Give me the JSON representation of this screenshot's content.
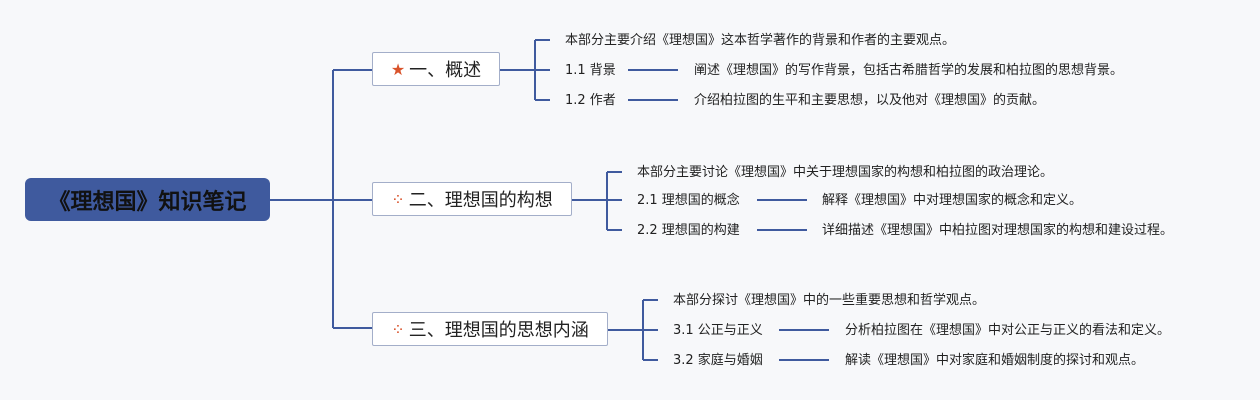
{
  "root": {
    "title": "《理想国》知识笔记"
  },
  "branches": [
    {
      "label": "一、概述",
      "icon": "star-icon",
      "intro": "本部分主要介绍《理想国》这本哲学著作的背景和作者的主要观点。",
      "children": [
        {
          "label": "1.1 背景",
          "desc": "阐述《理想国》的写作背景，包括古希腊哲学的发展和柏拉图的思想背景。"
        },
        {
          "label": "1.2 作者",
          "desc": "介绍柏拉图的生平和主要思想，以及他对《理想国》的贡献。"
        }
      ]
    },
    {
      "label": "二、理想国的构想",
      "icon": "sparkle-icon",
      "intro": "本部分主要讨论《理想国》中关于理想国家的构想和柏拉图的政治理论。",
      "children": [
        {
          "label": "2.1 理想国的概念",
          "desc": "解释《理想国》中对理想国家的概念和定义。"
        },
        {
          "label": "2.2 理想国的构建",
          "desc": "详细描述《理想国》中柏拉图对理想国家的构想和建设过程。"
        }
      ]
    },
    {
      "label": "三、理想国的思想内涵",
      "icon": "sparkle-icon",
      "intro": "本部分探讨《理想国》中的一些重要思想和哲学观点。",
      "children": [
        {
          "label": "3.1 公正与正义",
          "desc": "分析柏拉图在《理想国》中对公正与正义的看法和定义。"
        },
        {
          "label": "3.2 家庭与婚姻",
          "desc": "解读《理想国》中对家庭和婚姻制度的探讨和观点。"
        }
      ]
    }
  ],
  "colors": {
    "line": "#3f5a9e",
    "root": "#3f5a9e",
    "icon": "#d9532b"
  }
}
